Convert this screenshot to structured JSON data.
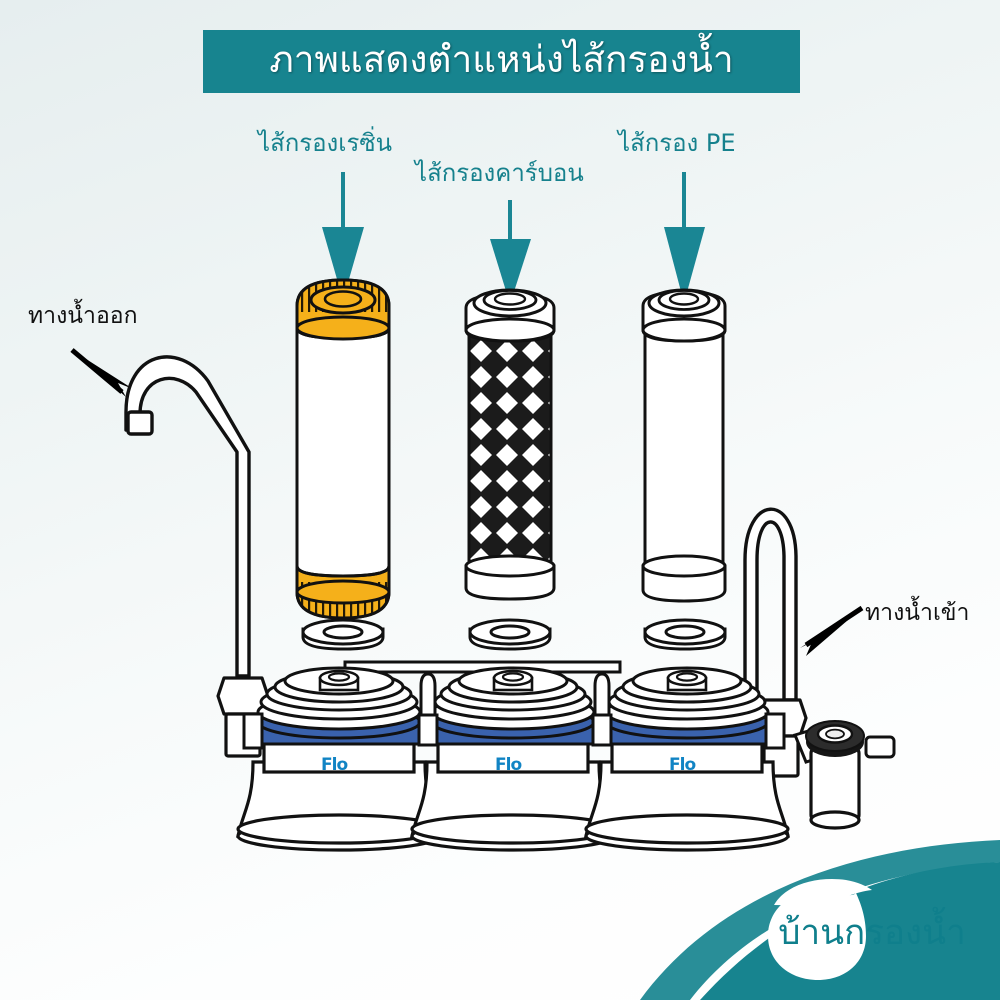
{
  "page": {
    "background_top": "#e6eeef",
    "background_bottom": "#ffffff"
  },
  "header": {
    "banner_color": "#17848f",
    "title": "ภาพแสดงตำแหน่งไส้กรองน้ำ",
    "title_color": "#ffffff"
  },
  "diagram": {
    "accent_color": "#16818d",
    "filters": [
      {
        "id": "resin",
        "label": "ไส้กรองเรซิ่น",
        "cap_color": "#f5b01a",
        "body_color": "#ffffff",
        "arrow_color": "#1a8694"
      },
      {
        "id": "carbon",
        "label": "ไส้กรองคาร์บอน",
        "cap_color": "#ffffff",
        "body_color": "#1b1b1b",
        "arrow_color": "#1a8694"
      },
      {
        "id": "pe",
        "label": "ไส้กรอง PE",
        "cap_color": "#ffffff",
        "body_color": "#ffffff",
        "arrow_color": "#1a8694"
      }
    ],
    "ports": [
      {
        "id": "outlet",
        "label": "ทางน้ำออก",
        "color": "#111111"
      },
      {
        "id": "inlet",
        "label": "ทางน้ำเข้า",
        "color": "#111111"
      }
    ],
    "housings": {
      "count": 3,
      "band_color": "#3a62ad",
      "brand": "Flo",
      "brand_color": "#1184c4",
      "body_color": "#ffffff"
    },
    "gaskets": {
      "count": 3
    }
  },
  "footer": {
    "wave_color": "#17848f",
    "logo_text": "บ้านกรองน้ำ",
    "logo_text_color": "#0f7f8c",
    "logo_drop_color": "#ffffff"
  }
}
